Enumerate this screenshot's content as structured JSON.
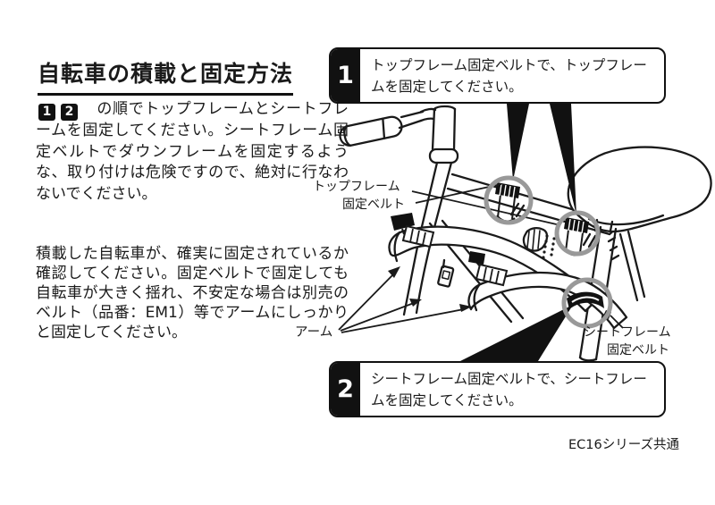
{
  "page": {
    "title": "自転車の積載と固定方法",
    "intro": {
      "badge1": "1",
      "badge2": "2",
      "text": "　の順でトップフレームとシートフレームを固定してください。シートフレーム固定ベルトでダウンフレームを固定するような、取り付けは危険ですので、絶対に行なわないでください。"
    },
    "check_text": "積載した自転車が、確実に固定されているか確認してください。固定ベルトで固定しても自転車が大きく揺れ、不安定な場合は別売のベルト（品番：EM1）等でアームにしっかりと固定してください。",
    "steps": [
      {
        "number": "1",
        "text": "トップフレーム固定ベルトで、トップフレームを固定してください。"
      },
      {
        "number": "2",
        "text": "シートフレーム固定ベルトで、シートフレームを固定してください。"
      }
    ],
    "labels": {
      "top_frame_line1": "トップフレーム",
      "top_frame_line2": "固定ベルト",
      "arm": "アーム",
      "seat_frame_line1": "シートフレーム",
      "seat_frame_line2": "固定ベルト"
    },
    "footer": "EC16シリーズ共通",
    "colors": {
      "ink": "#1a1a1a",
      "highlight_ring": "#999999"
    }
  }
}
